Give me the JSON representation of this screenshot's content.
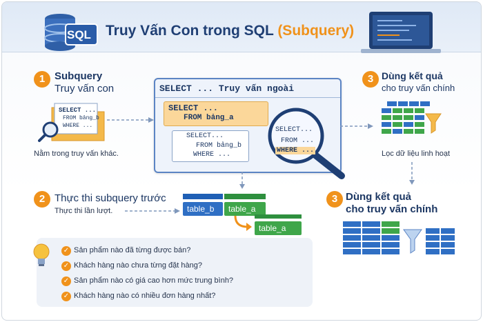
{
  "header": {
    "logo_text": "SQL",
    "title_main": "Truy Vấn Con trong SQL",
    "title_accent": "(Subquery)"
  },
  "step1": {
    "number": "1",
    "title": "Subquery",
    "subtitle": "Truy vấn con",
    "doc_lines": [
      "SELECT ...",
      "FROM bảng_b",
      "WHERE ..."
    ],
    "caption": "Nằm trong truy vấn khác."
  },
  "outer_query": {
    "header": "SELECT ... Truy vấn ngoài",
    "inner_select": "SELECT ...",
    "inner_from": "FROM bảng_a",
    "nested_lines": [
      "SELECT...",
      "FROM bảng_b",
      "WHERE  ..."
    ],
    "magnifier_lines": [
      "SELECT...",
      "FROM ...",
      "WHERE ..."
    ]
  },
  "step3_top": {
    "number": "3",
    "title": "Dùng kết quả",
    "subtitle": "cho truy vấn chính",
    "caption": "Lọc dữ liệu linh hoạt"
  },
  "step2": {
    "number": "2",
    "title": "Thực thi subquery trước",
    "caption": "Thực thi lần lượt.",
    "tables": [
      "table_b",
      "table_a",
      "table_a"
    ]
  },
  "step3_bottom": {
    "number": "3",
    "title": "Dùng kết quả",
    "subtitle": "cho truy vấn  chính"
  },
  "examples": [
    "Sản phẩm nào đã từng được bán?",
    "Khách hàng nào chưa từng đặt hàng?",
    "Sản phẩm nào có giá cao hơn mức trung bình?",
    "Khách hàng nào có nhiều đơn hàng nhất?"
  ],
  "colors": {
    "navy": "#1f3f74",
    "orange": "#f0921b",
    "blue": "#2f6fc4",
    "green": "#3fa64a"
  }
}
